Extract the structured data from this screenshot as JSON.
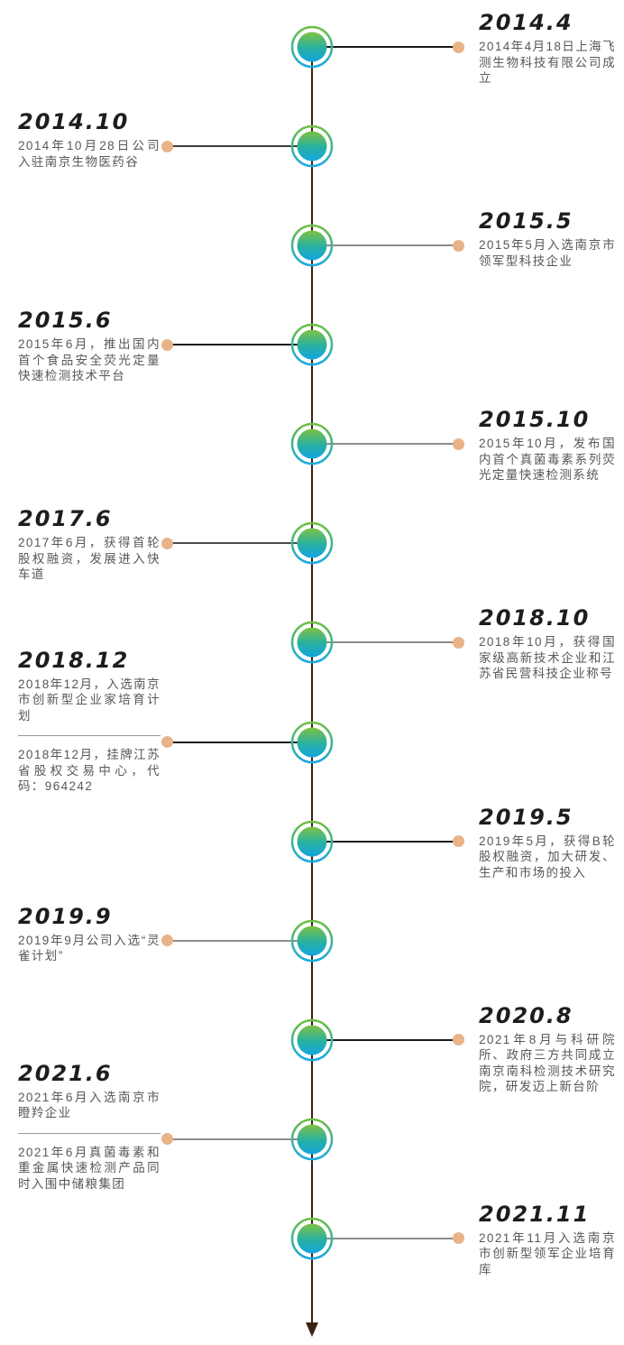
{
  "page": {
    "background": "#ffffff",
    "type": "company-milestone-timeline"
  },
  "timeline": {
    "axis_color": "#3a2213",
    "dot_color": "#e9b388",
    "node_ring_gradient": {
      "top": "#6fbf44",
      "bottom": "#1ba9e1"
    },
    "node_fill_gradient": {
      "top": "#7ec242",
      "mid": "#27b0a4",
      "bottom": "#14a5df"
    },
    "heading_color": "#1d1d1b",
    "body_color": "#595757",
    "items": [
      {
        "date": "2014.4",
        "side": "right",
        "connector_color": "#1a1a1a",
        "paragraphs": [
          "2014年4月18日上海飞测生物科技有限公司成立"
        ]
      },
      {
        "date": "2014.10",
        "side": "left",
        "connector_color": "#3d3d3d",
        "paragraphs": [
          "2014年10月28日公司入驻南京生物医药谷"
        ]
      },
      {
        "date": "2015.5",
        "side": "right",
        "connector_color": "#8c8c8c",
        "paragraphs": [
          "2015年5月入选南京市领军型科技企业"
        ]
      },
      {
        "date": "2015.6",
        "side": "left",
        "connector_color": "#1a1a1a",
        "paragraphs": [
          "2015年6月，推出国内首个食品安全荧光定量快速检测技术平台"
        ]
      },
      {
        "date": "2015.10",
        "side": "right",
        "connector_color": "#8c8c8c",
        "paragraphs": [
          "2015年10月，发布国内首个真菌毒素系列荧光定量快速检测系统"
        ]
      },
      {
        "date": "2017.6",
        "side": "left",
        "connector_color": "#4d4d4d",
        "paragraphs": [
          "2017年6月，获得首轮股权融资，发展进入快车道"
        ]
      },
      {
        "date": "2018.10",
        "side": "right",
        "connector_color": "#8c8c8c",
        "paragraphs": [
          "2018年10月，获得国家级高新技术企业和江苏省民营科技企业称号"
        ]
      },
      {
        "date": "2018.12",
        "side": "left",
        "connector_color": "#1a1a1a",
        "paragraphs": [
          "2018年12月，入选南京市创新型企业家培育计划",
          "2018年12月，挂牌江苏省股权交易中心，代码：964242"
        ]
      },
      {
        "date": "2019.5",
        "side": "right",
        "connector_color": "#1a1a1a",
        "paragraphs": [
          "2019年5月，获得B轮股权融资，加大研发、生产和市场的投入"
        ]
      },
      {
        "date": "2019.9",
        "side": "left",
        "connector_color": "#8c8c8c",
        "paragraphs": [
          "2019年9月公司入选“灵雀计划”"
        ]
      },
      {
        "date": "2020.8",
        "side": "right",
        "connector_color": "#1a1a1a",
        "paragraphs": [
          "2021年8月与科研院所、政府三方共同成立南京南科检测技术研究院，研发迈上新台阶"
        ]
      },
      {
        "date": "2021.6",
        "side": "left",
        "connector_color": "#8c8c8c",
        "paragraphs": [
          "2021年6月入选南京市瞪羚企业",
          "2021年6月真菌毒素和重金属快速检测产品同时入围中储粮集团"
        ]
      },
      {
        "date": "2021.11",
        "side": "right",
        "connector_color": "#8c8c8c",
        "paragraphs": [
          "2021年11月入选南京市创新型领军企业培育库"
        ]
      }
    ]
  }
}
